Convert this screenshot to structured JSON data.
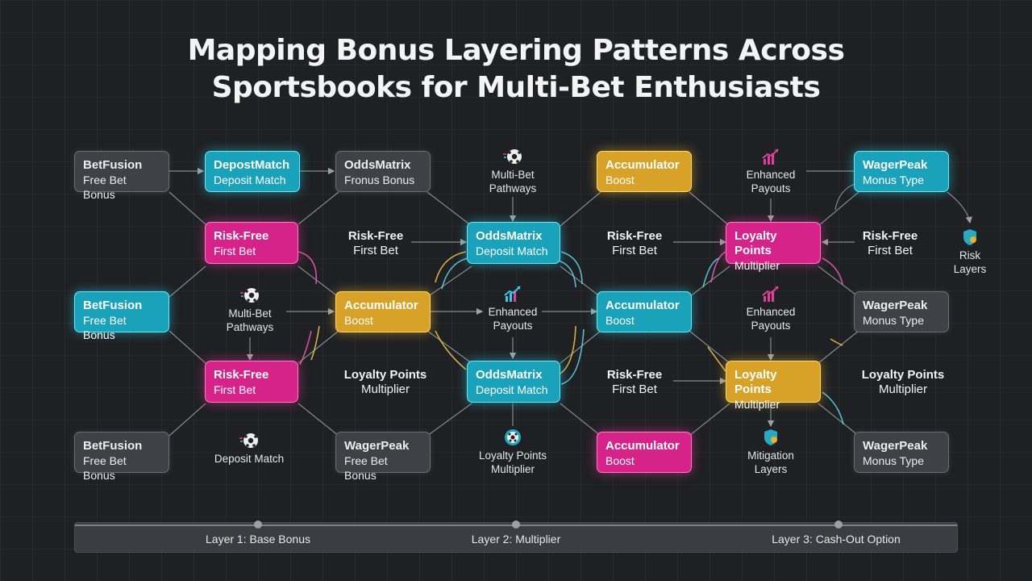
{
  "title": {
    "line1": "Mapping Bonus Layering Patterns Across",
    "line2": "Sportsbooks for Multi-Bet Enthusiasts"
  },
  "colors": {
    "cyan": "#1ba2bb",
    "magenta": "#d62389",
    "gold": "#d8a229",
    "gray": "#3e4146",
    "background": "#1e2023"
  },
  "nodes": {
    "n1": {
      "line1": "BetFusion",
      "line2": "Free Bet Bonus"
    },
    "n2": {
      "line1": "DepostMatch",
      "line2": "Deposit Match"
    },
    "n3": {
      "line1": "OddsMatrix",
      "line2": "Fronus Bonus"
    },
    "n4": {
      "line1": "Accumulator",
      "line2": "Boost"
    },
    "n5": {
      "line1": "WagerPeak",
      "line2": "Monus Type"
    },
    "n6": {
      "line1": "Risk-Free",
      "line2": "First Bet"
    },
    "n7": {
      "line1": "OddsMatrix",
      "line2": "Deposit Match"
    },
    "n8": {
      "line1": "Loyalty Points",
      "line2": "Multiplier"
    },
    "n9": {
      "line1": "BetFusion",
      "line2": "Free Bet Bonus"
    },
    "n10": {
      "line1": "Accumulator",
      "line2": "Boost"
    },
    "n11": {
      "line1": "Accumulator",
      "line2": "Boost"
    },
    "n12": {
      "line1": "WagerPeak",
      "line2": "Monus Type"
    },
    "n13": {
      "line1": "Risk-Free",
      "line2": "First Bet"
    },
    "n14": {
      "line1": "OddsMatrix",
      "line2": "Deposit Match"
    },
    "n15": {
      "line1": "Loyalty Points",
      "line2": "Multiplier"
    },
    "n16": {
      "line1": "BetFusion",
      "line2": "Free Bet Bonus"
    },
    "n17": {
      "line1": "WagerPeak",
      "line2": "Free Bet Bonus"
    },
    "n18": {
      "line1": "Accumulator",
      "line2": "Boost"
    },
    "n19": {
      "line1": "WagerPeak",
      "line2": "Monus Type"
    }
  },
  "labels": {
    "a1": {
      "line1": "Multi-Bet",
      "line2": "Pathways",
      "icon": "soccer-ball-icon"
    },
    "a2": {
      "line1": "Enhanced",
      "line2": "Payouts",
      "icon": "trend-chart-icon"
    },
    "a3": {
      "line1": "Risk",
      "line2": "Layers",
      "icon": "shield-icon"
    },
    "a4": {
      "line1": "Risk-Free",
      "line2": "First Bet"
    },
    "a5": {
      "line1": "Risk-Free",
      "line2": "First Bet"
    },
    "a6": {
      "line1": "Risk-Free",
      "line2": "First Bet"
    },
    "a7": {
      "line1": "Multi-Bet",
      "line2": "Pathways",
      "icon": "soccer-ball-icon"
    },
    "a8": {
      "line1": "Enhanced",
      "line2": "Payouts",
      "icon": "trend-chart-icon"
    },
    "a9": {
      "line1": "Enhanced",
      "line2": "Payouts",
      "icon": "trend-chart-icon"
    },
    "a10": {
      "line1": "Loyalty Points",
      "line2": "Multiplier"
    },
    "a11": {
      "line1": "Risk-Free",
      "line2": "First Bet"
    },
    "a12": {
      "line1": "Loyalty Points",
      "line2": "Multiplier"
    },
    "a13": {
      "line1": "Deposit Match",
      "line2": "",
      "icon": "soccer-ball-icon"
    },
    "a14": {
      "line1": "Loyalty Points",
      "line2": "Multiplier",
      "icon": "soccer-ball-icon"
    },
    "a15": {
      "line1": "Mitigation",
      "line2": "Layers",
      "icon": "shield-icon"
    }
  },
  "timeline": {
    "layer1": "Layer 1: Base Bonus",
    "layer2": "Layer 2: Multiplier",
    "layer3": "Layer 3: Cash-Out Option"
  }
}
